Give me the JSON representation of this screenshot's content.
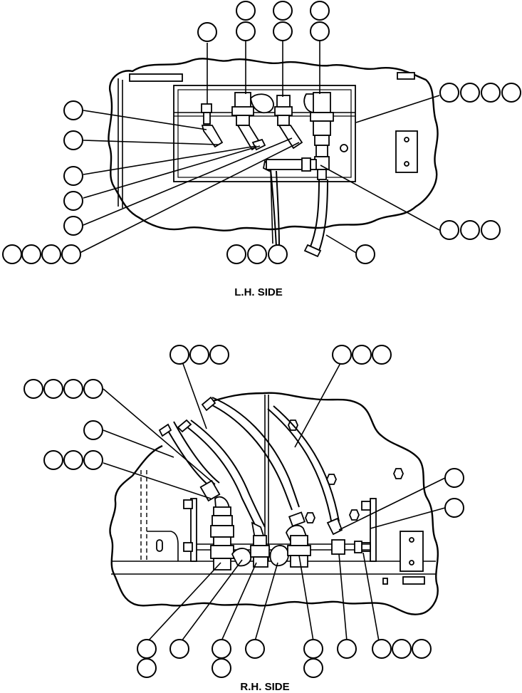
{
  "views": [
    {
      "id": "lh",
      "caption": "L.H. SIDE"
    },
    {
      "id": "rh",
      "caption": "R.H. SIDE"
    }
  ],
  "colors": {
    "ink": "#000000",
    "paper": "#ffffff"
  }
}
